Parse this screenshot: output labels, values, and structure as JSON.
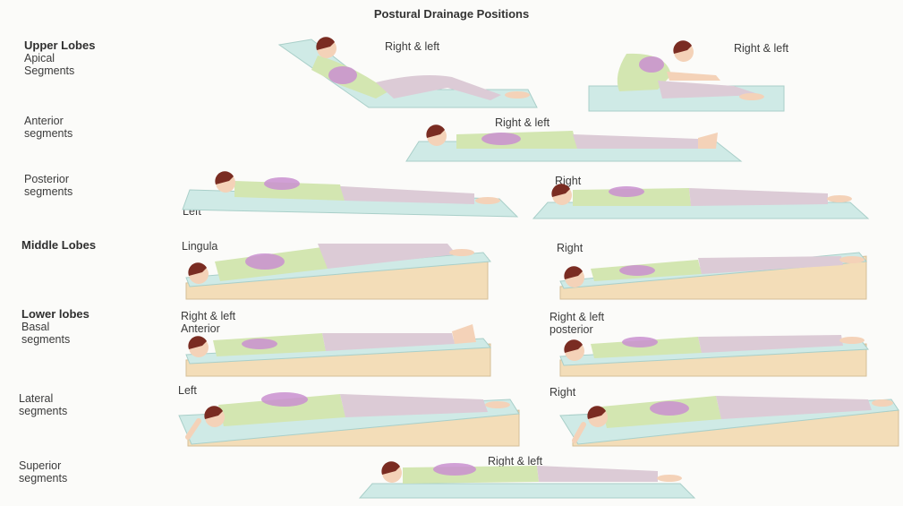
{
  "title": "Postural Drainage Positions",
  "colors": {
    "table": "#cfeae6",
    "wedge": "#f3ddb8",
    "shirt": "#d3e6b1",
    "pants": "#dccbd6",
    "lung": "#c98fd0",
    "hair": "#7a2c22",
    "skin": "#f4d2b8"
  },
  "sections": {
    "upper": {
      "heading": "Upper Lobes",
      "sub1": "Apical",
      "sub2": "Segments"
    },
    "anterior": {
      "line1": "Anterior",
      "line2": "segments"
    },
    "posterior": {
      "line1": "Posterior",
      "line2": "segments"
    },
    "middle": {
      "heading": "Middle Lobes"
    },
    "lower": {
      "heading": "Lower lobes",
      "sub1": "Basal",
      "sub2": "segments"
    },
    "lateral": {
      "line1": "Lateral",
      "line2": "segments"
    },
    "superior": {
      "line1": "Superior",
      "line2": "segments"
    }
  },
  "labels": {
    "apical_a": "Right & left",
    "apical_b": "Right & left",
    "anterior": "Right & left",
    "posterior_left": "Left",
    "posterior_right": "Right",
    "lingula": "Lingula",
    "middle_right": "Right",
    "basal_anterior_1": "Right & left",
    "basal_anterior_2": "Anterior",
    "basal_posterior_1": "Right & left",
    "basal_posterior_2": "posterior",
    "lateral_left": "Left",
    "lateral_right": "Right",
    "superior": "Right & left"
  }
}
